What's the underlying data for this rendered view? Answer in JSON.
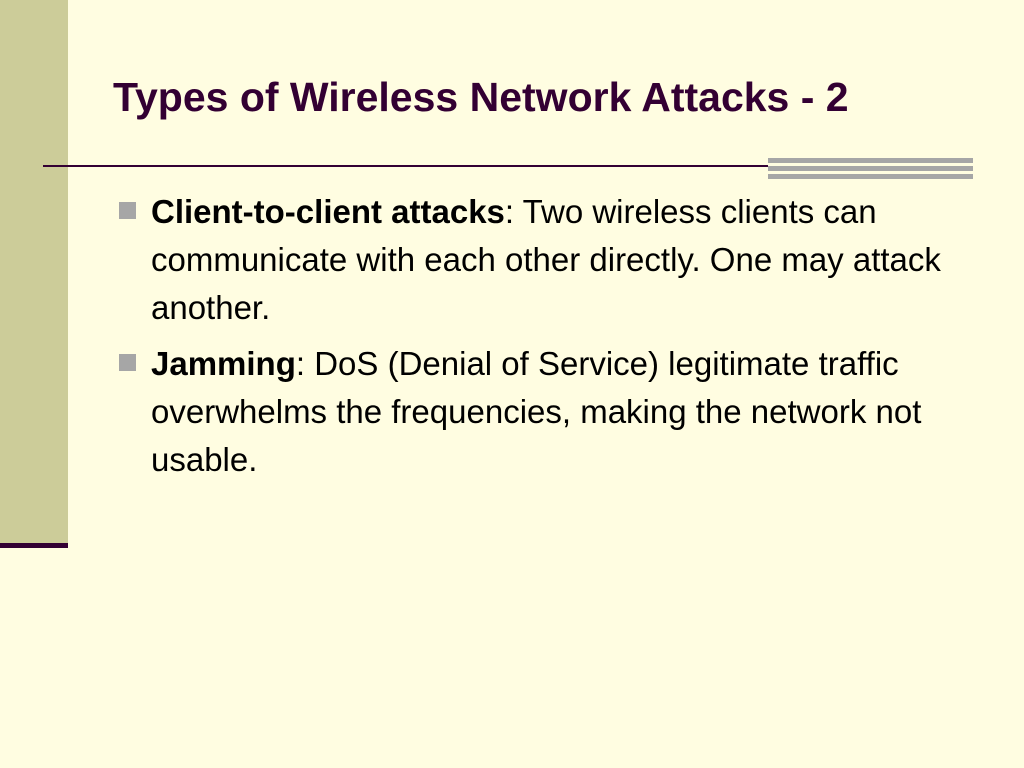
{
  "slide": {
    "title": "Types of Wireless Network Attacks - 2",
    "bullets": [
      {
        "term": "Client-to-client attacks",
        "separator": ":",
        "text": " Two wireless clients can communicate with each other directly. One may attack another."
      },
      {
        "term": "Jamming",
        "separator": ":",
        "text": " DoS (Denial of Service) legitimate traffic overwhelms the frequencies, making the network not usable."
      }
    ]
  },
  "colors": {
    "background": "#FFFDE1",
    "side_band": "#CCCC99",
    "title": "#330033",
    "bullet_marker": "#A6A6A6",
    "body_text": "#000000"
  },
  "icons": {
    "bullet": "square-bullet-icon"
  }
}
